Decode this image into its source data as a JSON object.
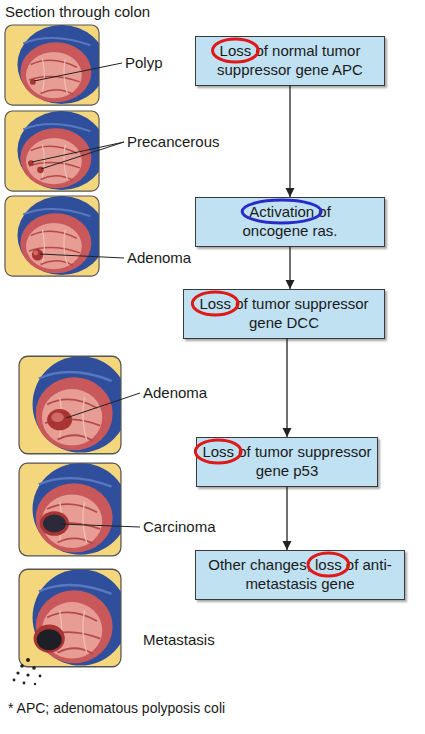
{
  "diagram": {
    "title": "Section through colon",
    "nodes": [
      {
        "text": [
          "Loss of normal tumor suppressor gene APC"
        ]
      },
      {
        "text": [
          "Activation of oncogene ras."
        ]
      },
      {
        "text": [
          "Loss of tumor suppressor gene DCC"
        ]
      },
      {
        "text": [
          "Loss of tumor suppressor gene p53"
        ]
      },
      {
        "text": [
          "Other changes; loss of anti-metastasis gene"
        ]
      }
    ],
    "edges": [
      {
        "from": 0,
        "to": 1,
        "arrow": "to"
      },
      {
        "from": 1,
        "to": 2,
        "arrow": "to"
      },
      {
        "from": 2,
        "to": 3,
        "arrow": "to"
      },
      {
        "from": 3,
        "to": 4,
        "arrow": "to"
      }
    ],
    "labels": [
      "Polyp",
      "Precancerous",
      "Adenoma",
      "Adenoma",
      "Carcinoma",
      "Metastasis",
      "* APC; adenomatous polyposis coli"
    ]
  }
}
